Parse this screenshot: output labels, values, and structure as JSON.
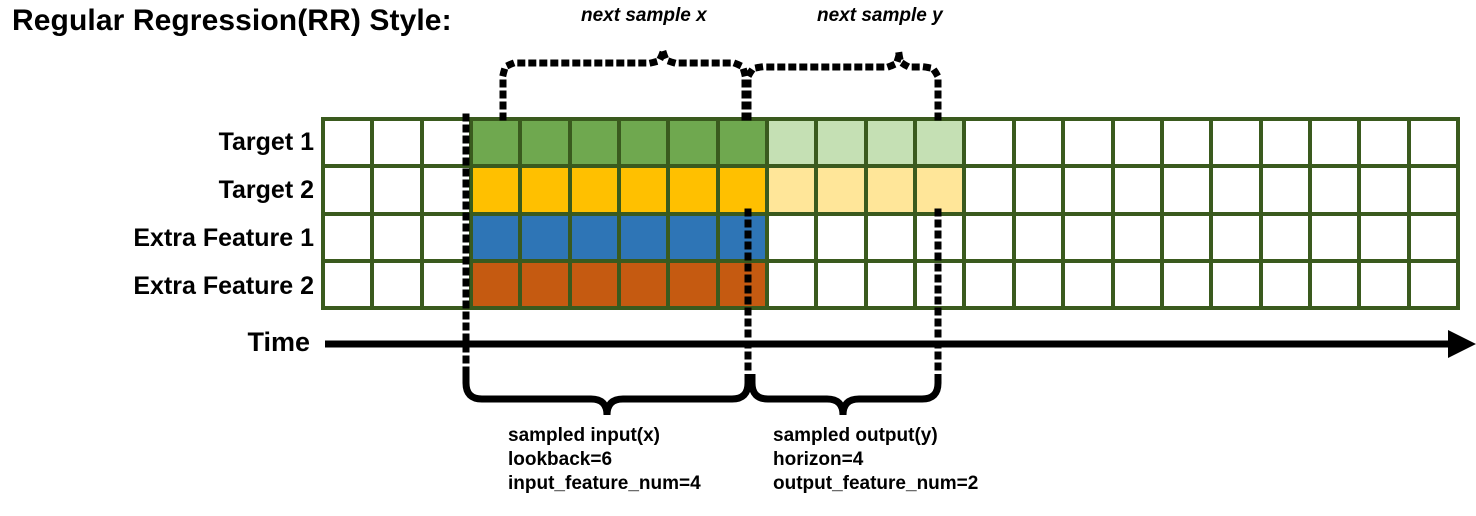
{
  "title": "Regular Regression(RR) Style:",
  "top_braces": [
    {
      "label": "next sample x"
    },
    {
      "label": "next sample y"
    }
  ],
  "row_labels": [
    "Target 1",
    "Target 2",
    "Extra Feature 1",
    "Extra Feature 2"
  ],
  "axis": {
    "label": "Time"
  },
  "colors": {
    "grid_line": "#3a5a1e",
    "empty": "#ffffff",
    "target1_input": "#6fa84f",
    "target1_output": "#c5e0b4",
    "target2_input": "#ffc000",
    "target2_output": "#ffe699",
    "feature1_input": "#2e75b6",
    "feature2_input": "#c55a11"
  },
  "grid": {
    "columns": 23,
    "rows": 4,
    "lead_empty_columns": 3,
    "input_columns": 6,
    "output_columns": 4,
    "trail_empty_columns": 10,
    "cells": [
      [
        "#ffffff",
        "#ffffff",
        "#ffffff",
        "#6fa84f",
        "#6fa84f",
        "#6fa84f",
        "#6fa84f",
        "#6fa84f",
        "#6fa84f",
        "#c5e0b4",
        "#c5e0b4",
        "#c5e0b4",
        "#c5e0b4",
        "#ffffff",
        "#ffffff",
        "#ffffff",
        "#ffffff",
        "#ffffff",
        "#ffffff",
        "#ffffff",
        "#ffffff",
        "#ffffff",
        "#ffffff"
      ],
      [
        "#ffffff",
        "#ffffff",
        "#ffffff",
        "#ffc000",
        "#ffc000",
        "#ffc000",
        "#ffc000",
        "#ffc000",
        "#ffc000",
        "#ffe699",
        "#ffe699",
        "#ffe699",
        "#ffe699",
        "#ffffff",
        "#ffffff",
        "#ffffff",
        "#ffffff",
        "#ffffff",
        "#ffffff",
        "#ffffff",
        "#ffffff",
        "#ffffff",
        "#ffffff"
      ],
      [
        "#ffffff",
        "#ffffff",
        "#ffffff",
        "#2e75b6",
        "#2e75b6",
        "#2e75b6",
        "#2e75b6",
        "#2e75b6",
        "#2e75b6",
        "#ffffff",
        "#ffffff",
        "#ffffff",
        "#ffffff",
        "#ffffff",
        "#ffffff",
        "#ffffff",
        "#ffffff",
        "#ffffff",
        "#ffffff",
        "#ffffff",
        "#ffffff",
        "#ffffff",
        "#ffffff"
      ],
      [
        "#ffffff",
        "#ffffff",
        "#ffffff",
        "#c55a11",
        "#c55a11",
        "#c55a11",
        "#c55a11",
        "#c55a11",
        "#c55a11",
        "#ffffff",
        "#ffffff",
        "#ffffff",
        "#ffffff",
        "#ffffff",
        "#ffffff",
        "#ffffff",
        "#ffffff",
        "#ffffff",
        "#ffffff",
        "#ffffff",
        "#ffffff",
        "#ffffff",
        "#ffffff"
      ]
    ]
  },
  "bottom_notes": [
    {
      "line1": "sampled input(x)",
      "line2": "lookback=6",
      "line3": "input_feature_num=4"
    },
    {
      "line1": "sampled output(y)",
      "line2": "horizon=4",
      "line3": "output_feature_num=2"
    }
  ]
}
